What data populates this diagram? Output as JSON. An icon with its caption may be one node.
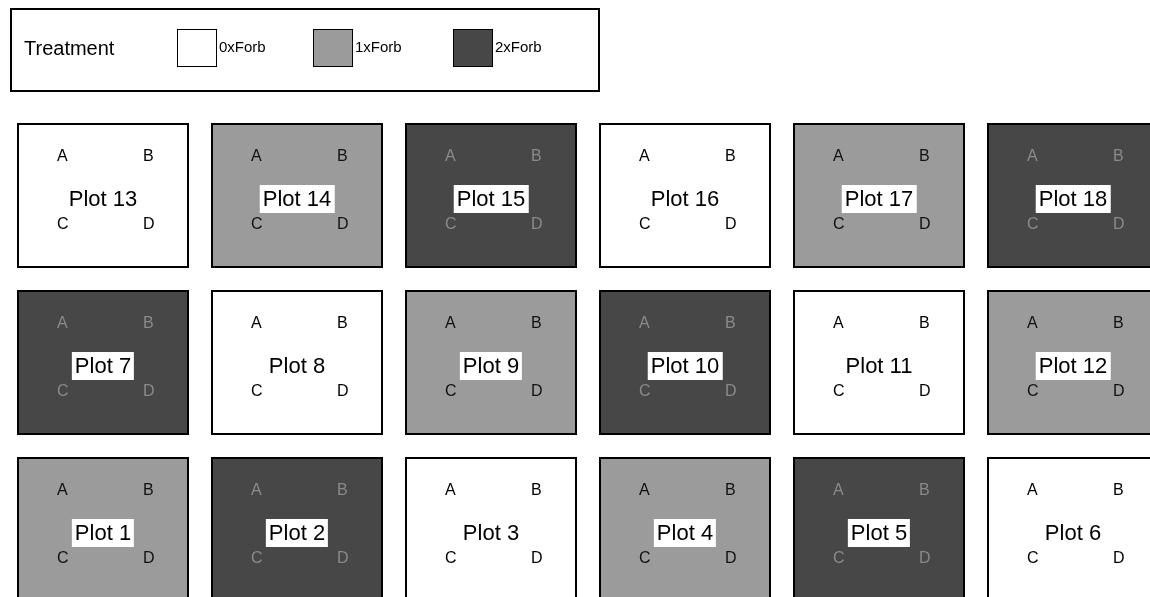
{
  "diagram": {
    "nodes": [
      {
        "text": [
          "A",
          "B",
          "Plot 13",
          "C",
          "D"
        ]
      },
      {
        "text": [
          "A",
          "B",
          "Plot 14",
          "C",
          "D"
        ]
      },
      {
        "text": [
          "A",
          "B",
          "Plot 15",
          "C",
          "D"
        ]
      },
      {
        "text": [
          "A",
          "B",
          "Plot 16",
          "C",
          "D"
        ]
      },
      {
        "text": [
          "A",
          "B",
          "Plot 17",
          "C",
          "D"
        ]
      },
      {
        "text": [
          "A",
          "B",
          "Plot 18",
          "C",
          "D"
        ]
      },
      {
        "text": [
          "A",
          "B",
          "Plot 7",
          "C",
          "D"
        ]
      },
      {
        "text": [
          "A",
          "B",
          "Plot 8",
          "C",
          "D"
        ]
      },
      {
        "text": [
          "A",
          "B",
          "Plot 9",
          "C",
          "D"
        ]
      },
      {
        "text": [
          "A",
          "B",
          "Plot 10",
          "C",
          "D"
        ]
      },
      {
        "text": [
          "A",
          "B",
          "Plot 11",
          "C",
          "D"
        ]
      },
      {
        "text": [
          "A",
          "B",
          "Plot 12",
          "C",
          "D"
        ]
      },
      {
        "text": [
          "A",
          "B",
          "Plot 1",
          "C",
          "D"
        ]
      },
      {
        "text": [
          "A",
          "B",
          "Plot 2",
          "C",
          "D"
        ]
      },
      {
        "text": [
          "A",
          "B",
          "Plot 3",
          "C",
          "D"
        ]
      },
      {
        "text": [
          "A",
          "B",
          "Plot 4",
          "C",
          "D"
        ]
      },
      {
        "text": [
          "A",
          "B",
          "Plot 5",
          "C",
          "D"
        ]
      },
      {
        "text": [
          "A",
          "B",
          "Plot 6",
          "C",
          "D"
        ]
      }
    ],
    "labels": [
      "Treatment"
    ],
    "legend": [
      {
        "text": "0xForb",
        "color": "#ffffff"
      },
      {
        "text": "1xForb",
        "color": "#9b9b9b"
      },
      {
        "text": "2xForb",
        "color": "#474747"
      }
    ]
  }
}
